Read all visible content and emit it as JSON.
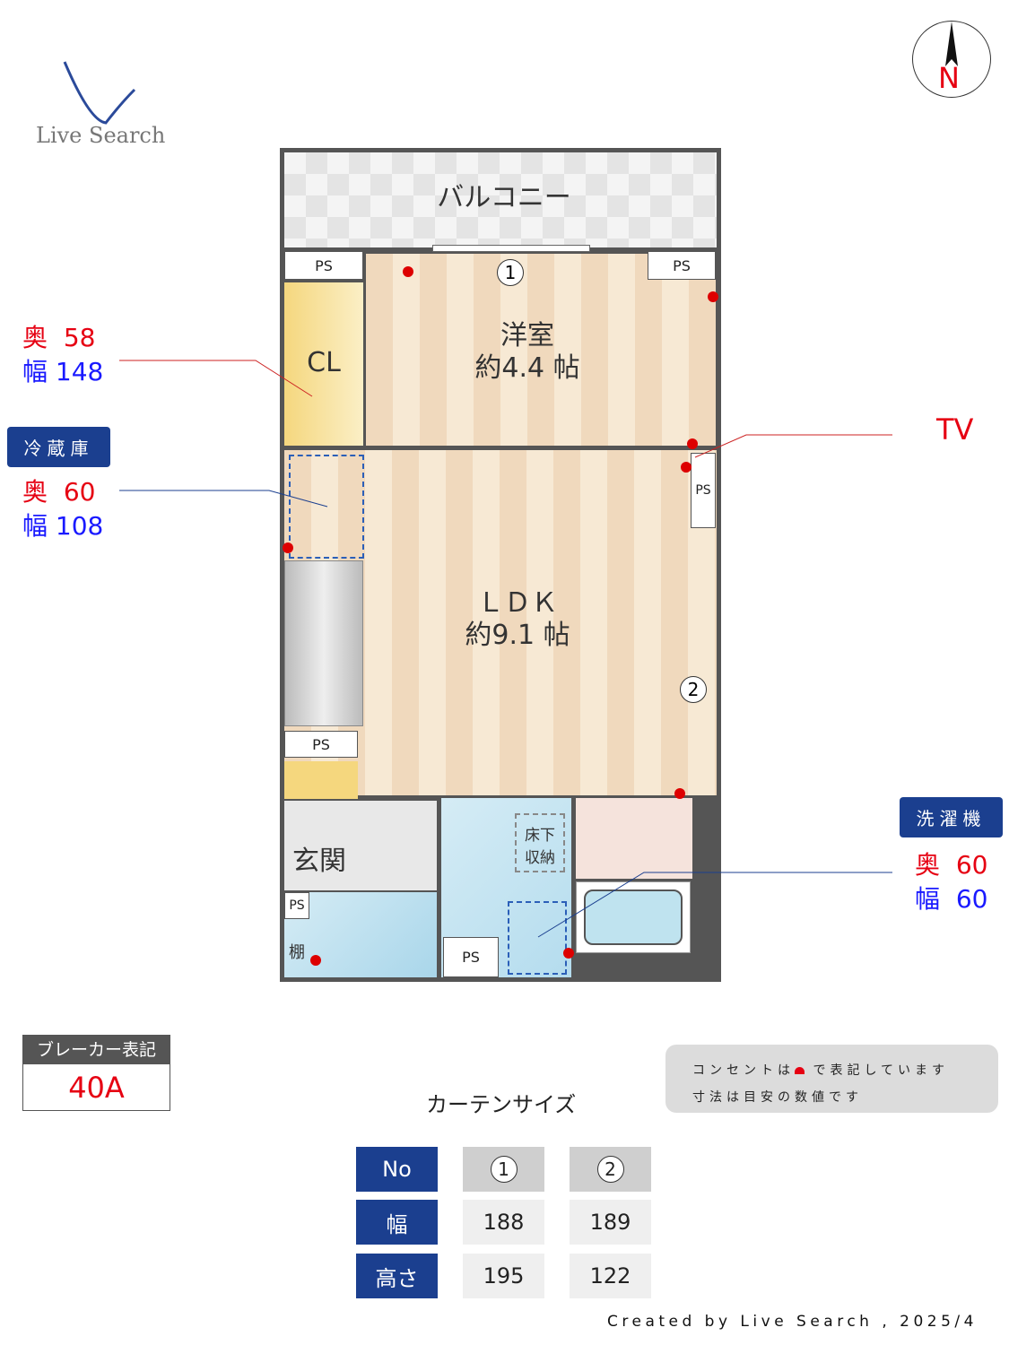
{
  "logo": {
    "text": "Live Search"
  },
  "compass": {
    "label": "N"
  },
  "rooms": {
    "balcony": "バルコニー",
    "western": "洋室",
    "western_size": "約4.4 帖",
    "ldk": "ＬＤＫ",
    "ldk_size": "約9.1 帖",
    "closet": "CL",
    "entrance": "玄関",
    "shelf": "棚",
    "underfloor": "床下\n収納",
    "ps": "PS"
  },
  "markers": {
    "window1": "1",
    "window2": "2"
  },
  "closet_dims": {
    "depth_label": "奥",
    "depth": "58",
    "width_label": "幅",
    "width": "148"
  },
  "fridge": {
    "tag": "冷蔵庫",
    "depth_label": "奥",
    "depth": "60",
    "width_label": "幅",
    "width": "108"
  },
  "tv": {
    "label": "TV"
  },
  "washer": {
    "tag": "洗濯機",
    "depth_label": "奥",
    "depth": "60",
    "width_label": "幅",
    "width": "60"
  },
  "breaker": {
    "title": "ブレーカー表記",
    "value": "40A"
  },
  "notes": {
    "line1a": "コンセントは",
    "line1b": "で表記しています",
    "line2": "寸法は目安の数値です"
  },
  "curtain": {
    "title": "カーテンサイズ",
    "headers": [
      "No",
      "1",
      "2"
    ],
    "rows": [
      {
        "label": "幅",
        "values": [
          "188",
          "189"
        ]
      },
      {
        "label": "高さ",
        "values": [
          "195",
          "122"
        ]
      }
    ]
  },
  "footer": "Created by Live Search , 2025/4",
  "colors": {
    "accent": "#1b3f8f",
    "outlet": "#e60012"
  }
}
